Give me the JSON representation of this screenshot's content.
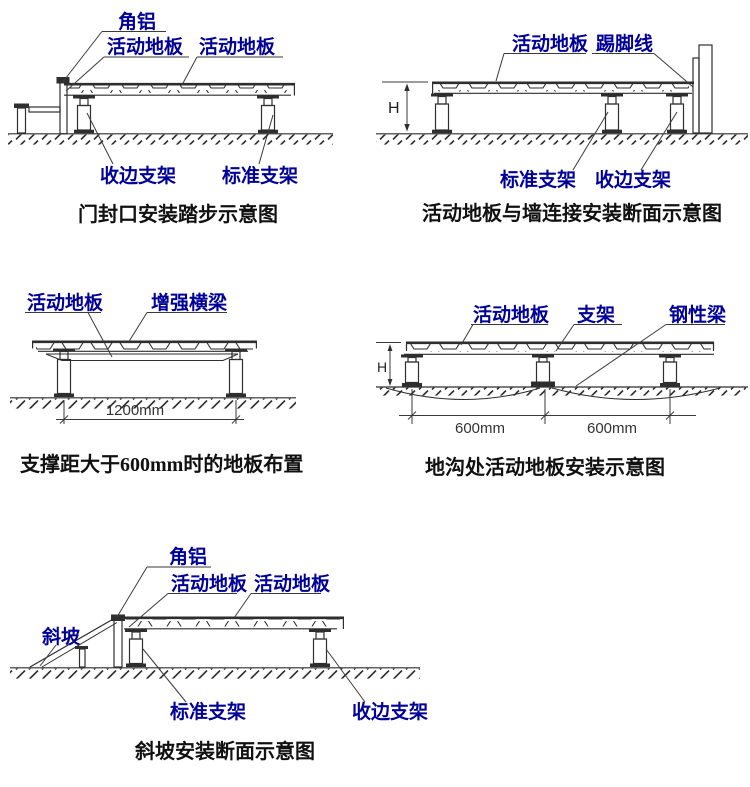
{
  "colors": {
    "background": "#ffffff",
    "label_blue": "#000099",
    "line": "#2e2e2e",
    "caption_text": "#111111",
    "dimension_text": "#333333"
  },
  "diagrams": {
    "door_step": {
      "caption": "门封口安装踏步示意图",
      "labels": {
        "angle_aluminum": "角铝",
        "floor_left": "活动地板",
        "floor_right": "活动地板",
        "edge_pedestal": "收边支架",
        "standard_pedestal": "标准支架"
      }
    },
    "wall_connection": {
      "caption": "活动地板与墙连接安装断面示意图",
      "labels": {
        "floor": "活动地板",
        "skirting": "踢脚线",
        "height": "H",
        "standard_pedestal": "标准支架",
        "edge_pedestal": "收边支架"
      }
    },
    "wide_span": {
      "caption": "支撑距大于600mm时的地板布置",
      "labels": {
        "floor": "活动地板",
        "beam": "增强横梁"
      },
      "dimension": "1200mm"
    },
    "trench": {
      "caption": "地沟处活动地板安装示意图",
      "labels": {
        "floor": "活动地板",
        "pedestal": "支架",
        "rigid_beam": "钢性梁",
        "height": "H"
      },
      "dimensions": {
        "left": "600mm",
        "right": "600mm"
      }
    },
    "ramp": {
      "caption": "斜坡安装断面示意图",
      "labels": {
        "angle_aluminum": "角铝",
        "floor_left": "活动地板",
        "floor_right": "活动地板",
        "slope": "斜坡",
        "standard_pedestal": "标准支架",
        "edge_pedestal": "收边支架"
      }
    }
  }
}
